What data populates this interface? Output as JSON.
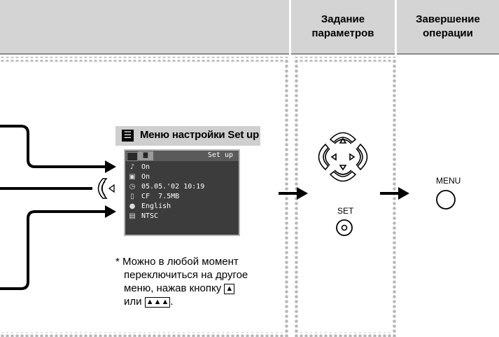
{
  "header": {
    "col_left": "",
    "col_setup": [
      "Задание",
      "параметров"
    ],
    "col_finish": [
      "Завершение",
      "операции"
    ]
  },
  "menu": {
    "title": "Меню настройки Set up",
    "icon": "wrench-icon"
  },
  "lcd": {
    "title": "Set up",
    "rows": [
      {
        "icon": "sound-icon",
        "value": "On"
      },
      {
        "icon": "lcd-brightness-icon",
        "value": "On"
      },
      {
        "icon": "clock-icon",
        "value": "05.05.'02 10:19"
      },
      {
        "icon": "card-icon",
        "value": "CF  7.5MB"
      },
      {
        "icon": "language-icon",
        "value": "English"
      },
      {
        "icon": "video-system-icon",
        "value": "NTSC"
      }
    ]
  },
  "note": {
    "line1": "* Можно в любой момент",
    "line2": "переключиться на другое",
    "line3": "меню, нажав кнопку",
    "line4_prefix": "или",
    "line4_suffix": "."
  },
  "labels": {
    "set": "SET",
    "menu": "MENU"
  }
}
